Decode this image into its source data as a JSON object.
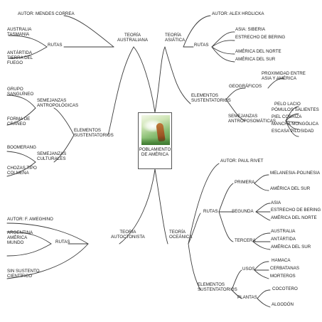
{
  "center": {
    "title": "POBLAMIENTO\nDE AMÉRICA",
    "image": "dried-grass-figure-illustration"
  },
  "australiana": {
    "heading": "TEORÍA\nAUSTRALIANA",
    "autor": "AUTOR: MENDES CORREA",
    "rutas": "RUTAS",
    "route1": "AUSTRALIA\nTASMANIA",
    "route2": "ANTÁRTIDA\nTIERRA DEL\nFUEGO",
    "elementos": "ELEMENTOS\nSUSTENTATORIOS",
    "antropologicas": "SEMEJANZAS\nANTROPOLÓGICAS",
    "sanguineo": "GRUPO\nSANGUÍNEO",
    "craneo": "FORMA DE\nCRÁNEO",
    "culturales": "SEMEJANZAS\nCULTURALES",
    "boomerang": "BOOMERANG",
    "chozas": "CHOZAS TIPO\nCOLMENA"
  },
  "asiatica": {
    "heading": "TEORÍA\nASIÁTICA",
    "autor": "AUTOR: ALEX HRDLICKA",
    "rutas": "RUTAS",
    "asia": "ASIA: SIBERIA",
    "bering": "ESTRECHO DE BERING",
    "norte": "AMÉRICA DEL NORTE",
    "sur": "AMÉRICA DEL SUR",
    "elementos": "ELEMENTOS\nSUSTENTATORIOS",
    "geograficos": "GEOGRÁFICOS",
    "proximidad": "PROXIMIDAD ENTRE\nASIA Y AMÉRICA",
    "antropo": "SEMEJANZAS\nANTROPOSOMÁTICAS",
    "pelo": "PELO LACIO",
    "pomulos": "PÓMULOS SALIENTES",
    "piel": "PIEL COBRIZA",
    "mancha": "MANCHA MONGÓLICA",
    "escasa": "ESCASA PILOSIDAD"
  },
  "autoctonista": {
    "heading": "TEORÍA\nAUTOCTONISTA",
    "autor": "AUTOR: F. AMEGHINO",
    "rutas": "RUTAS",
    "route": "ARGENTINA\nAMÉRICA\nMUNDO",
    "sin": "SIN SUSTENTO\nCIENTÍFICO"
  },
  "oceanica": {
    "heading": "TEORÍA\nOCEÁNICA",
    "autor": "AUTOR: PAUL RIVET",
    "rutas": "RUTAS",
    "primera": "PRIMERA",
    "p1": "MELANESIA-POLINESIA",
    "p2": "AMÉRICA DEL SUR",
    "segunda": "SEGUNDA",
    "s1": "ASIA",
    "s2": "ESTRECHO DE BERING",
    "s3": "AMÉRICA DEL NORTE",
    "tercera": "TERCERA",
    "t1": "AUSTRALIA",
    "t2": "ANTÁRTIDA",
    "t3": "AMÉRICA DEL SUR",
    "elementos": "ELEMENTOS\nSUSTENTATORIOS",
    "usos": "USOS",
    "hamaca": "HAMACA",
    "cerbatanas": "CERBATANAS",
    "morteros": "MORTEROS",
    "plantas": "PLANTAS",
    "cocotero": "COCOTERO",
    "algodon": "ALGODÓN"
  }
}
